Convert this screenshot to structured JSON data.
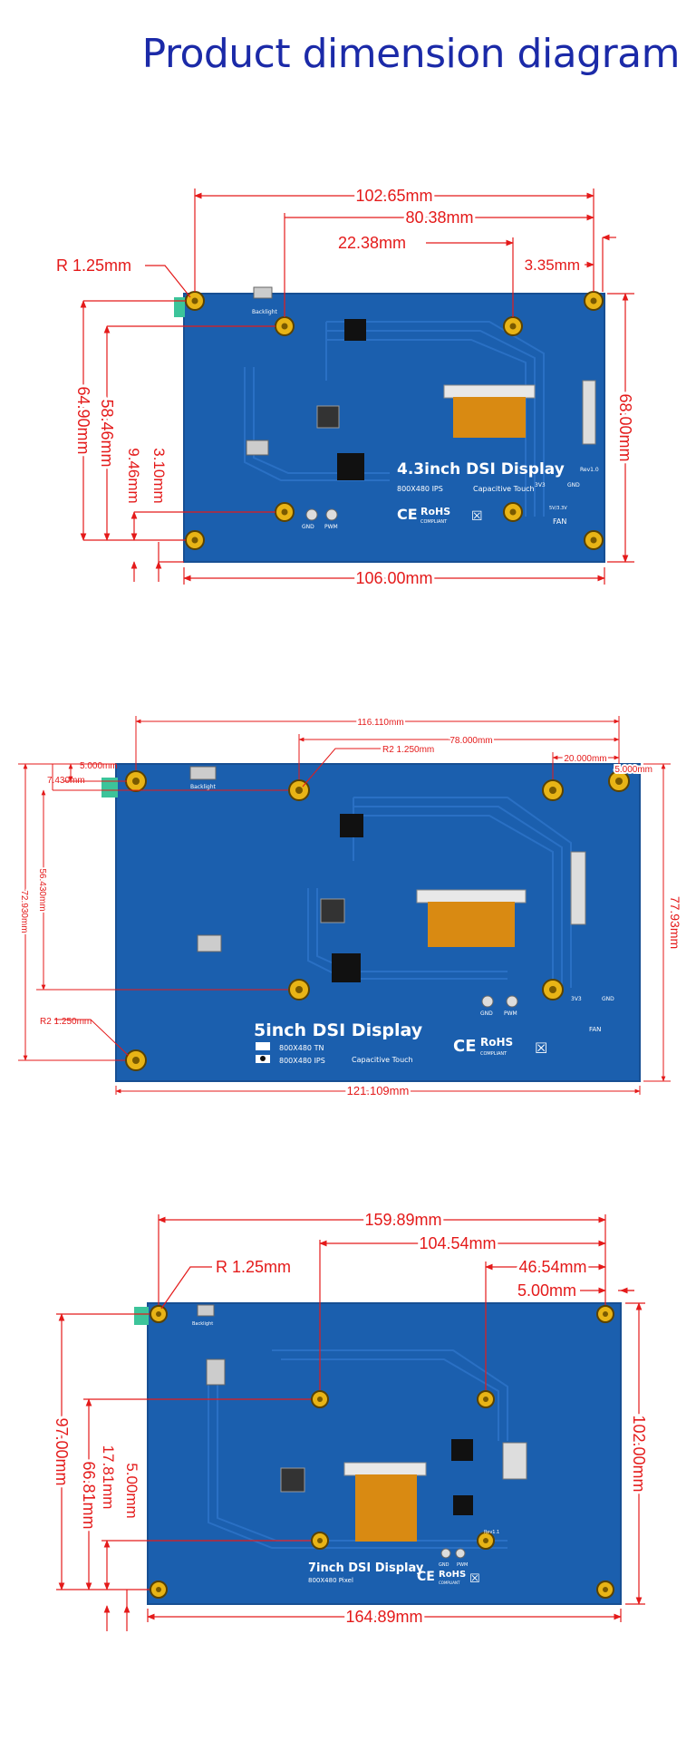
{
  "title": "Product dimension diagram",
  "colors": {
    "title": "#1b2aa8",
    "dimension": "#e41a1a",
    "board": "#1b5fae",
    "board_edge": "#174f93",
    "trace": "#2a70c4",
    "mount": "#e8b416",
    "fpc": "#d98a12"
  },
  "panels": [
    {
      "name": "4.3inch",
      "board_title": "4.3inch DSI Display",
      "spec": "800X480 IPS",
      "touch": "Capacitive Touch",
      "compliance": {
        "ce": "CE",
        "rohs": "RoHS",
        "rohs_sub": "COMPLIANT"
      },
      "silk": {
        "backlight": "Backlight",
        "gnd": "GND",
        "pwm": "PWM",
        "v33": "3V3",
        "gnd2": "GND",
        "rev": "Rev1.0",
        "fan": "FAN",
        "fan_sub": "5V/3.3V"
      },
      "dims": {
        "total_mount_width": "102.65mm",
        "mount_a": "80.38mm",
        "mount_b": "22.38mm",
        "edge_offset_right": "3.35mm",
        "radius": "R 1.25mm",
        "total_height": "64.90mm",
        "mount_height": "58.46mm",
        "offset_a": "9.46mm",
        "offset_b": "3.10mm",
        "board_height": "68.00mm",
        "board_width": "106.00mm"
      }
    },
    {
      "name": "5inch",
      "board_title": "5inch DSI Display",
      "spec_tn": "800X480 TN",
      "spec_ips": "800X480 IPS",
      "touch": "Capacitive Touch",
      "compliance": {
        "ce": "CE",
        "rohs": "RoHS",
        "rohs_sub": "COMPLIANT"
      },
      "silk": {
        "backlight": "Backlight",
        "gnd": "GND",
        "pwm": "PWM",
        "v33": "3V3",
        "gnd2": "GND",
        "fan": "FAN"
      },
      "dims": {
        "total_mount_width": "116.110mm",
        "mount_a": "78.000mm",
        "mount_b": "20.000mm",
        "edge_offset_right": "5.000mm",
        "radius_top": "R2 1.250mm",
        "offset_top": "5.000mm",
        "offset_left": "7.430mm",
        "mount_height": "56.430mm",
        "total_height": "72.930mm",
        "radius_bottom": "R2 1.250mm",
        "board_height": "77.93mm",
        "board_width": "121.109mm"
      }
    },
    {
      "name": "7inch",
      "board_title": "7inch DSI Display",
      "spec": "800X480 Pixel",
      "compliance": {
        "ce": "CE",
        "rohs": "RoHS",
        "rohs_sub": "COMPLIANT"
      },
      "silk": {
        "backlight": "Backlight",
        "gnd": "GND",
        "pwm": "PWM",
        "rev": "Rev1.1"
      },
      "dims": {
        "total_mount_width": "159.89mm",
        "mount_a": "104.54mm",
        "mount_b": "46.54mm",
        "edge_offset_right": "5.00mm",
        "radius": "R 1.25mm",
        "total_height": "97.00mm",
        "mount_height": "66.81mm",
        "offset_a": "17.81mm",
        "offset_b": "5.00mm",
        "board_height": "102.00mm",
        "board_width": "164.89mm"
      }
    }
  ]
}
